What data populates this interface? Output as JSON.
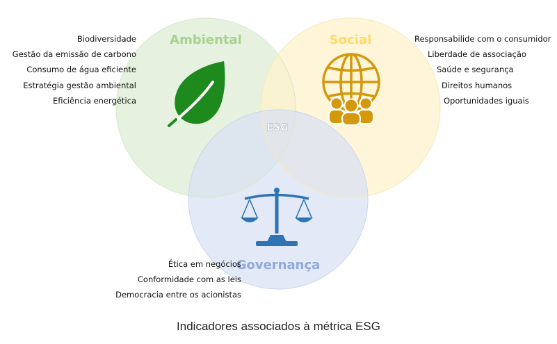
{
  "diagram": {
    "center_label": "ESG",
    "sets": {
      "ambiental": {
        "title": "Ambiental",
        "icon": "leaf-icon",
        "color": "#a9d18e",
        "fill": "#e2efda",
        "icon_color": "#1e8a1e",
        "items": [
          "Biodiversidade",
          "Gestão da emissão de carbono",
          "Consumo de água eficiente",
          "Estratégia gestão ambiental",
          "Eficiência energética"
        ]
      },
      "social": {
        "title": "Social",
        "icon": "globe-people-icon",
        "color": "#ffd966",
        "fill": "#fff2cc",
        "icon_color": "#d4980c",
        "items": [
          "Responsabilide com o consumidor",
          "Liberdade de associação",
          "Saúde e segurança",
          "Direitos humanos",
          "Oportunidades iguais"
        ]
      },
      "governanca": {
        "title": "Governança",
        "icon": "scales-icon",
        "color": "#8faadc",
        "fill": "#d9e2f3",
        "icon_color": "#2e74b5",
        "items": [
          "Ética em negócios",
          "Conformidade com as leis",
          "Democracia entre os acionistas"
        ]
      }
    }
  },
  "caption": "Indicadores associados à métrica ESG"
}
